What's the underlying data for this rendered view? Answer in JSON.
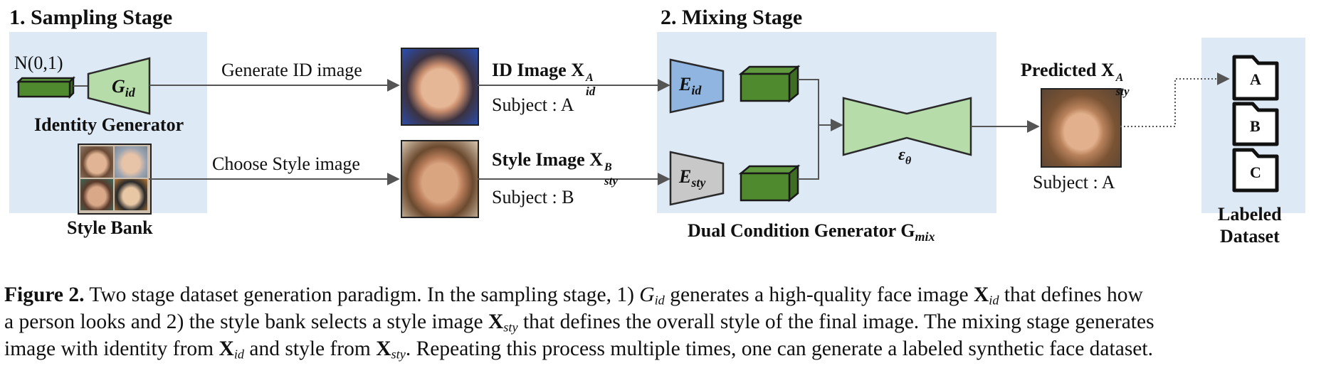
{
  "stage1": {
    "title": "1. Sampling Stage",
    "noise_label": "N(0,1)",
    "generator_symbol": "G",
    "generator_sub": "id",
    "identity_generator_label": "Identity Generator",
    "style_bank_label": "Style Bank",
    "arrow_generate_label": "Generate ID image",
    "arrow_choose_label": "Choose Style image"
  },
  "images": {
    "id_title": "ID Image X",
    "id_sup": "A",
    "id_sub": "id",
    "id_subject": "Subject : A",
    "style_title": "Style Image X",
    "style_sup": "B",
    "style_sub": "sty",
    "style_subject": "Subject : B"
  },
  "stage2": {
    "title": "2. Mixing Stage",
    "encoder_id_symbol": "E",
    "encoder_id_sub": "id",
    "encoder_sty_symbol": "E",
    "encoder_sty_sub": "sty",
    "denoiser_symbol": "ε",
    "denoiser_sub": "θ",
    "dual_label": "Dual Condition Generator G",
    "dual_sub": "mix"
  },
  "output": {
    "predicted_label": "Predicted X",
    "predicted_hat": "^",
    "predicted_sup": "A",
    "predicted_sub": "sty",
    "subject": "Subject : A"
  },
  "dataset": {
    "folders": [
      "A",
      "B",
      "C"
    ],
    "label_line1": "Labeled",
    "label_line2": "Dataset"
  },
  "caption": {
    "figure": "Figure 2.",
    "p1": "Two stage dataset generation paradigm. In the sampling stage, 1)",
    "g": "G",
    "g_sub": "id",
    "p2": "generates a high-quality face image",
    "x": "X",
    "x_sub": "id",
    "p3": "that defines how",
    "p4": "a person looks and 2) the style bank selects a style image",
    "x2": "X",
    "x2_sub": "sty",
    "p5": "that defines the overall style of the final image. The mixing stage generates",
    "p6": "image with identity from",
    "x3": "X",
    "x3_sub": "id",
    "p7": "and style from",
    "x4": "X",
    "x4_sub": "sty",
    "p8": ". Repeating this process multiple times, one can generate a labeled synthetic face dataset."
  },
  "colors": {
    "panel_bg": "#dde9f5",
    "block_green": "#4f8a2f",
    "generator_green": "#b6dcaa",
    "encoder_blue": "#8fb5e0",
    "encoder_gray": "#c8c8c8"
  }
}
